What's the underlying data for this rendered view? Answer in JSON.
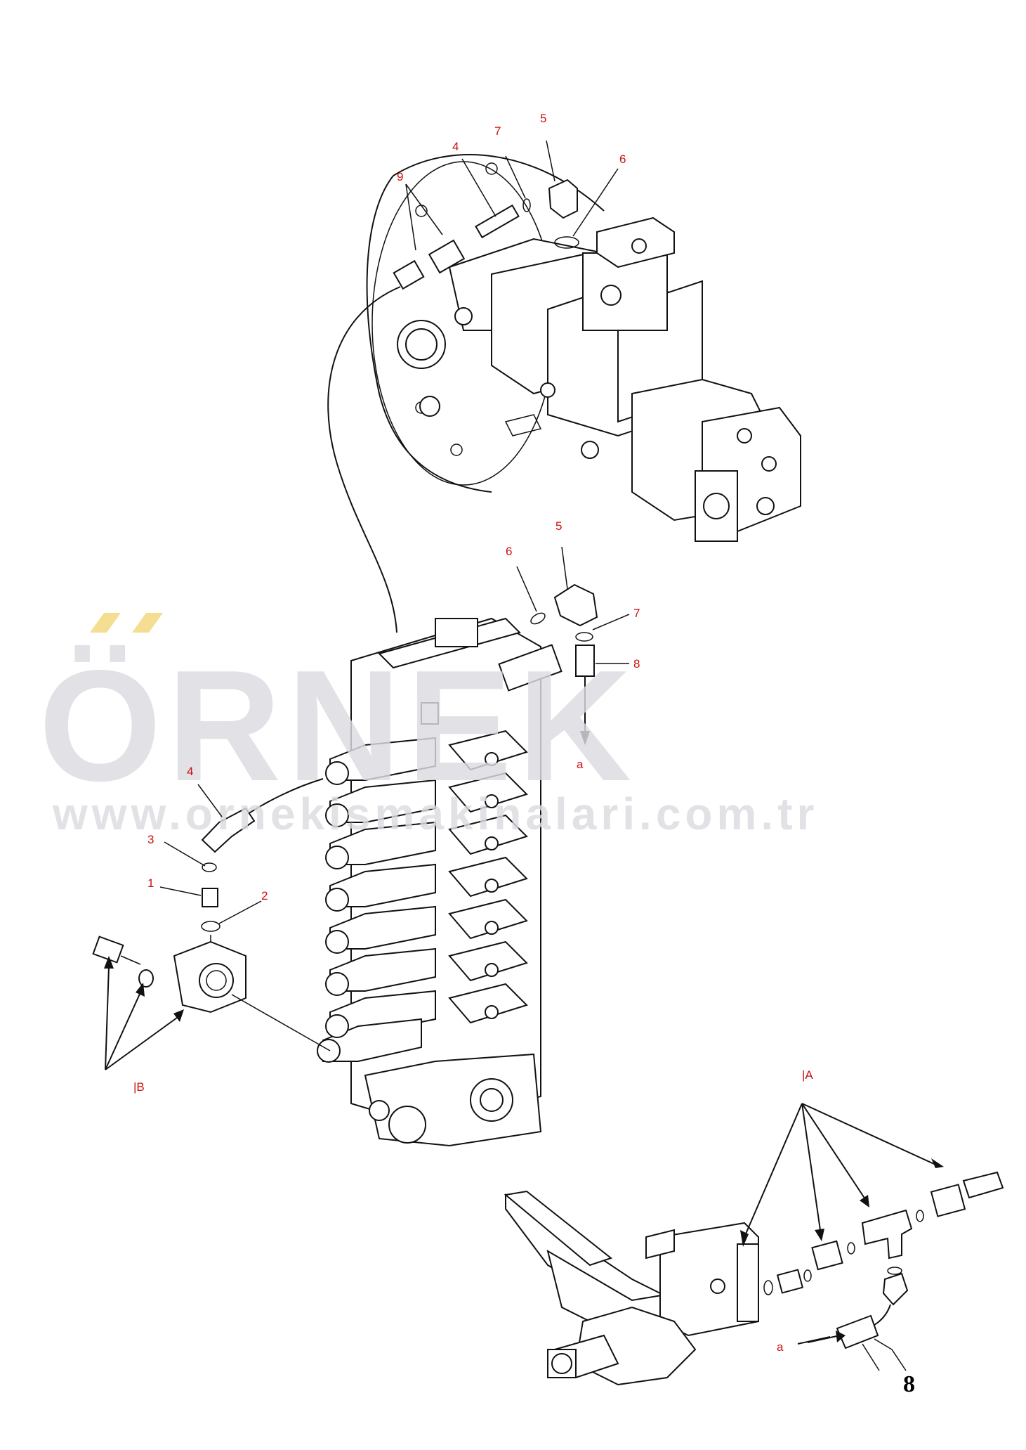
{
  "watermark": {
    "brand": "ÖRNEK",
    "url": "www.ornekismakinalari.com.tr"
  },
  "callouts": {
    "upper_9": "9",
    "upper_4": "4",
    "upper_7": "7",
    "upper_5": "5",
    "upper_6": "6",
    "mid_6": "6",
    "mid_5": "5",
    "mid_7": "7",
    "mid_8": "8",
    "mid_a": "a",
    "left_4": "4",
    "left_3": "3",
    "left_1": "1",
    "left_2": "2",
    "detail_B": "|B",
    "detail_A": "|A",
    "detail_a": "a",
    "detail_8": "8"
  },
  "colors": {
    "callout": "#cc1111",
    "watermark": "#dcdbe0",
    "watermark_accent": "#f3d77a",
    "line": "#111111"
  }
}
